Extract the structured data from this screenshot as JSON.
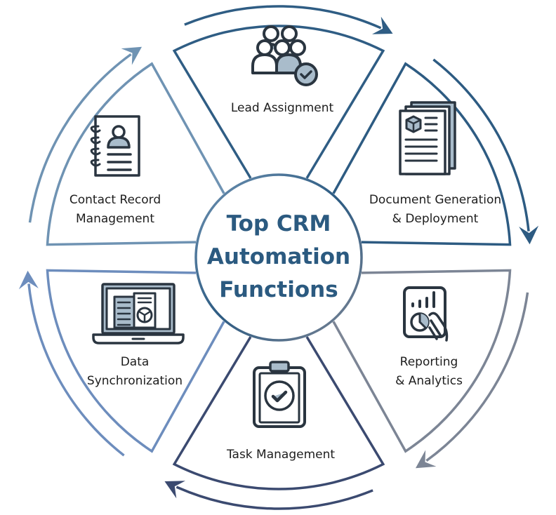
{
  "title_lines": [
    "Top CRM",
    "Automation",
    "Functions"
  ],
  "segments": [
    {
      "id": "lead-assignment",
      "label_lines": [
        "Lead Assignment"
      ],
      "icon": "team-check-icon",
      "color": "#2f5d84"
    },
    {
      "id": "document-generation",
      "label_lines": [
        "Document Generation",
        "& Deployment"
      ],
      "icon": "document-stack-icon",
      "color": "#2d5b82"
    },
    {
      "id": "reporting-analytics",
      "label_lines": [
        "Reporting",
        "& Analytics"
      ],
      "icon": "report-chart-hand-icon",
      "color": "#7c8595"
    },
    {
      "id": "task-management",
      "label_lines": [
        "Task Management"
      ],
      "icon": "clipboard-check-icon",
      "color": "#3b4a70"
    },
    {
      "id": "data-synchronization",
      "label_lines": [
        "Data",
        "Synchronization"
      ],
      "icon": "laptop-sync-icon",
      "color": "#6d8dbd"
    },
    {
      "id": "contact-record-management",
      "label_lines": [
        "Contact Record",
        "Management"
      ],
      "icon": "contact-notebook-icon",
      "color": "#6f93b3"
    }
  ],
  "colors": {
    "title": "#2b5a80",
    "icon_stroke": "#2a3540",
    "icon_fill": "#a9bccb",
    "text": "#1d1d1d"
  }
}
